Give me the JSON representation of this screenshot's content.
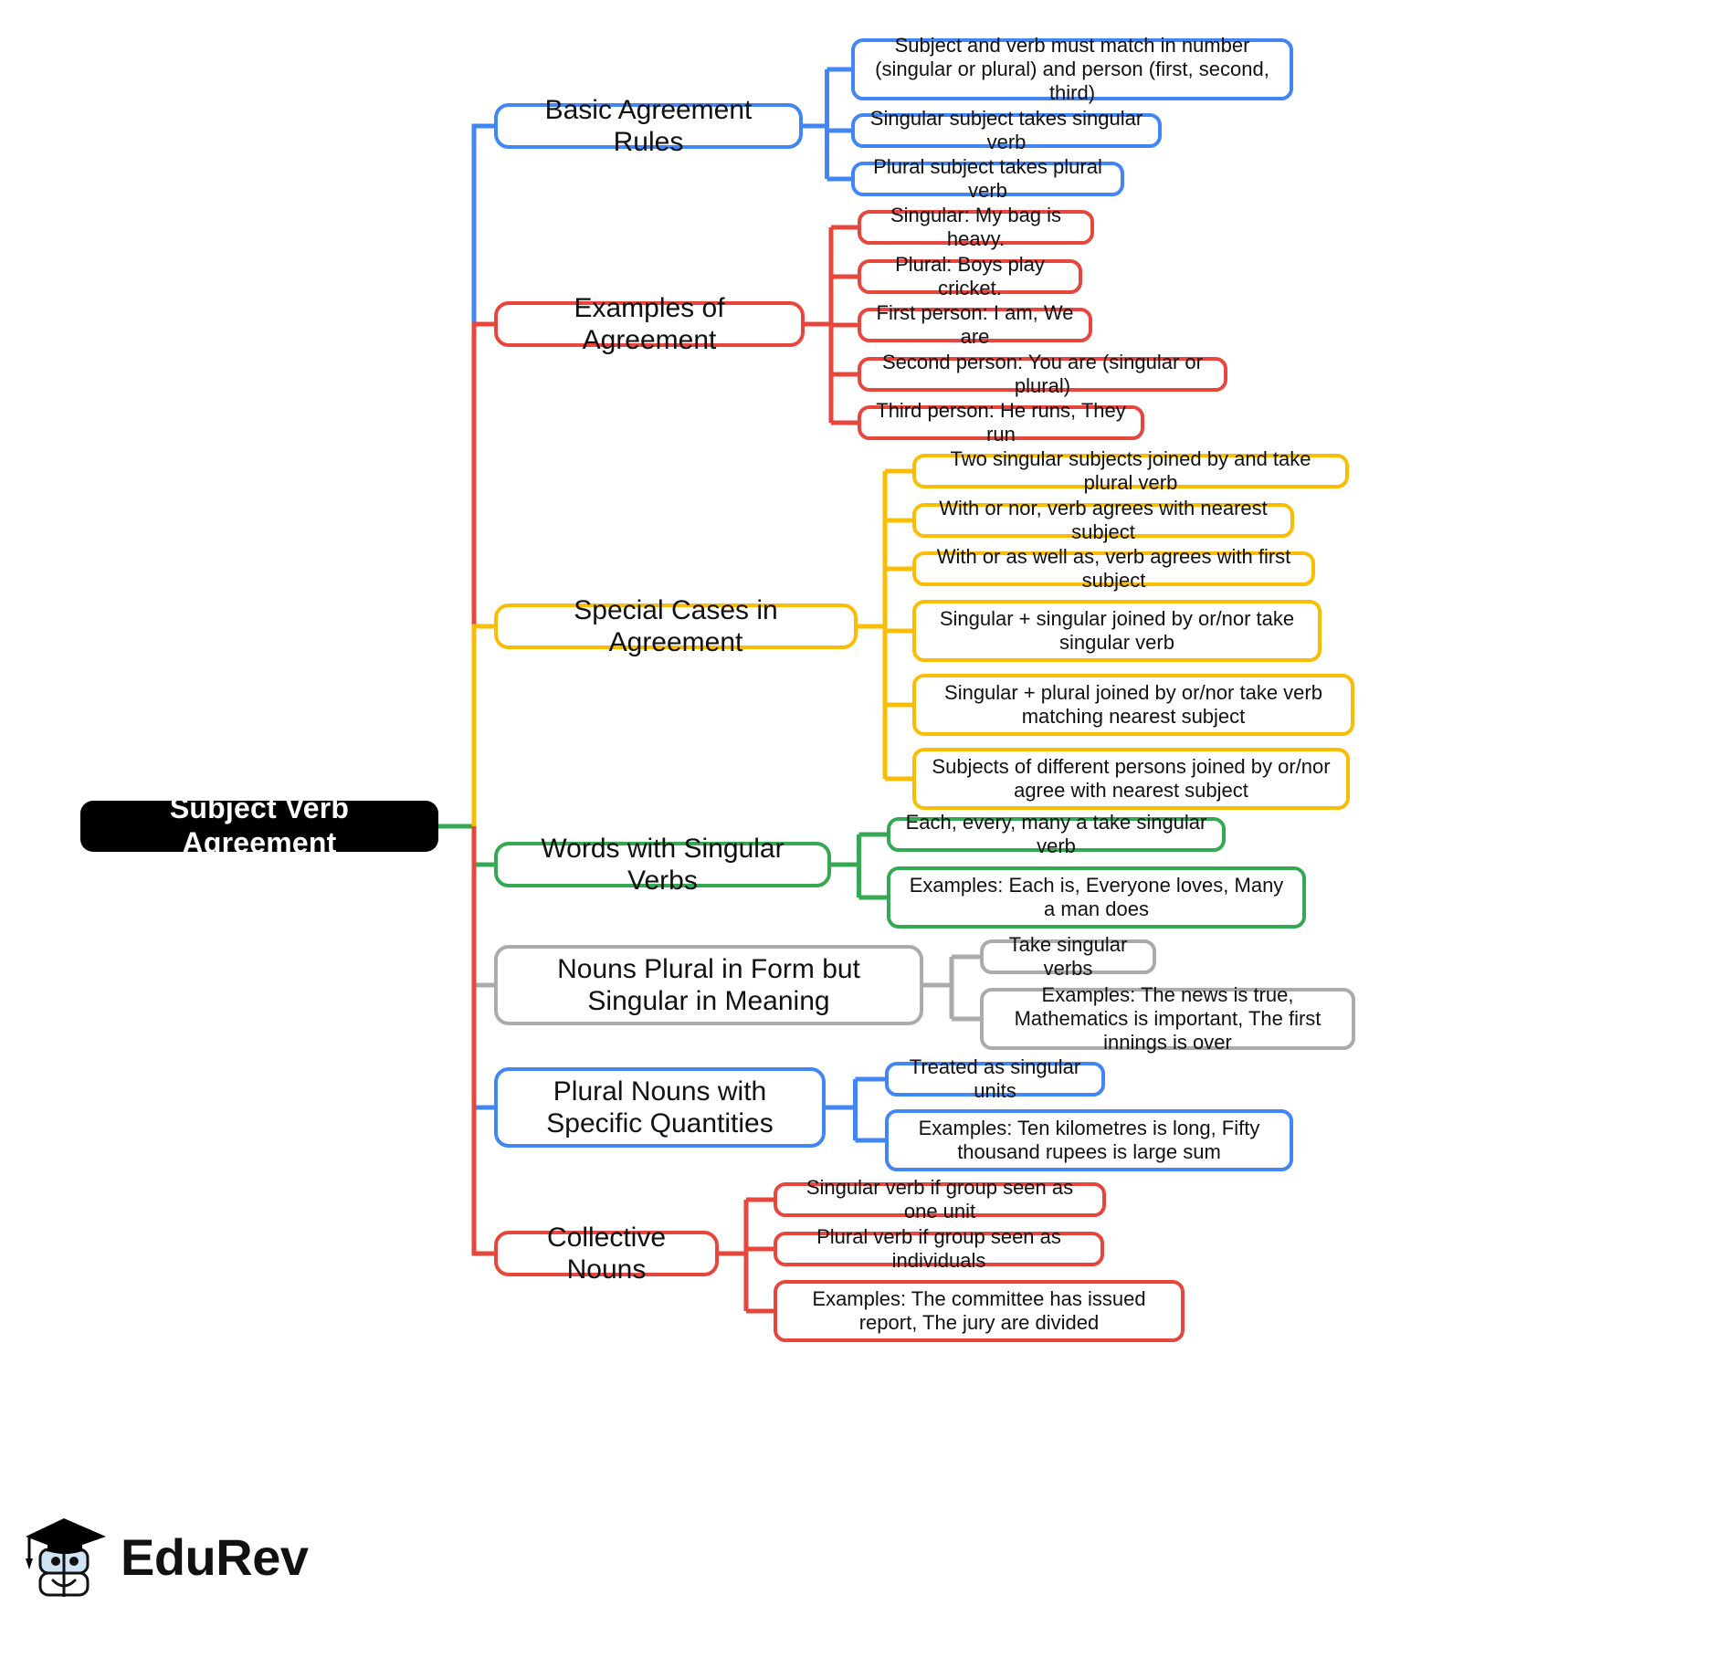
{
  "diagram": {
    "title": "Subject Verb Agreement",
    "type": "mind-map",
    "root": {
      "label": "Subject Verb Agreement",
      "color": "#000000"
    },
    "colors": {
      "blue": "#4285F4",
      "red": "#E8453C",
      "yellow": "#FBBC04",
      "green": "#34A853",
      "gray": "#ABABAB",
      "black": "#000000",
      "background": "#FFFFFF"
    },
    "branches": [
      {
        "label": "Basic Agreement Rules",
        "color": "#4285F4",
        "children": [
          "Subject and verb must match in number (singular or plural) and person (first, second, third)",
          "Singular subject takes singular verb",
          "Plural subject takes plural verb"
        ]
      },
      {
        "label": "Examples of Agreement",
        "color": "#E8453C",
        "children": [
          "Singular: My bag is heavy.",
          "Plural: Boys play cricket.",
          "First person: I am, We are",
          "Second person: You are (singular or plural)",
          "Third person: He runs, They run"
        ]
      },
      {
        "label": "Special Cases in Agreement",
        "color": "#FBBC04",
        "children": [
          "Two singular subjects joined by and take plural verb",
          "With or nor, verb agrees with nearest subject",
          "With or as well as, verb agrees with first subject",
          "Singular + singular joined by or/nor take singular verb",
          "Singular + plural joined by or/nor take verb matching nearest subject",
          "Subjects of different persons joined by or/nor agree with nearest subject"
        ]
      },
      {
        "label": "Words with Singular Verbs",
        "color": "#34A853",
        "children": [
          "Each, every, many a take singular verb",
          "Examples: Each is, Everyone loves, Many a man does"
        ]
      },
      {
        "label": "Nouns Plural in Form but Singular in Meaning",
        "color": "#ABABAB",
        "children": [
          "Take singular verbs",
          "Examples: The news is true, Mathematics is important, The first innings is over"
        ]
      },
      {
        "label": "Plural Nouns with Specific Quantities",
        "color": "#4285F4",
        "children": [
          "Treated as singular units",
          "Examples: Ten kilometres is long, Fifty thousand rupees is large sum"
        ]
      },
      {
        "label": "Collective Nouns",
        "color": "#E8453C",
        "children": [
          "Singular verb if group seen as one unit",
          "Plural verb if group seen as individuals",
          "Examples: The committee has issued report, The jury are divided"
        ]
      }
    ]
  },
  "branding": {
    "name": "EduRev",
    "logo_icon": "graduation-cap-book-mascot"
  }
}
